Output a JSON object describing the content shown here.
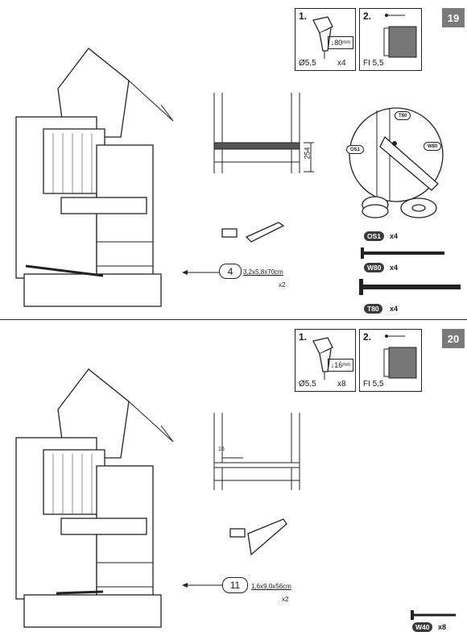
{
  "steps": [
    {
      "number": "19",
      "drill": {
        "index": "1.",
        "bit": "Ø5,5",
        "depth": "80",
        "depth_unit": "mm",
        "count": "x4"
      },
      "screw_tool": {
        "index": "2.",
        "label": "FI 5,5"
      },
      "dimension": "254",
      "part": {
        "number": "4",
        "spec": "3,2x5,8x70cm",
        "count": "x2"
      },
      "callouts": [
        "T80",
        "OS1",
        "W80"
      ],
      "hardware": [
        {
          "code": "OS1",
          "count": "x4"
        },
        {
          "code": "W80",
          "count": "x4"
        },
        {
          "code": "T80",
          "count": "x4"
        }
      ]
    },
    {
      "number": "20",
      "drill": {
        "index": "1.",
        "bit": "Ø5,5",
        "depth": "16",
        "depth_unit": "mm",
        "count": "x8"
      },
      "screw_tool": {
        "index": "2.",
        "label": "FI 5,5"
      },
      "dimension": "16",
      "part": {
        "number": "11",
        "spec": "1,6x9,0x56cm",
        "count": "x2"
      },
      "hardware": [
        {
          "code": "W40",
          "count": "x8"
        }
      ]
    }
  ]
}
